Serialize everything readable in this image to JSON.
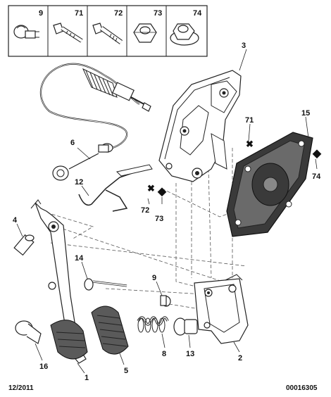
{
  "header_parts": [
    {
      "ref": "9"
    },
    {
      "ref": "71"
    },
    {
      "ref": "72"
    },
    {
      "ref": "73"
    },
    {
      "ref": "74"
    }
  ],
  "callouts": {
    "p1": "1",
    "p2": "2",
    "p3": "3",
    "p4": "4",
    "p5": "5",
    "p6": "6",
    "p8": "8",
    "p9": "9",
    "p12": "12",
    "p13": "13",
    "p14": "14",
    "p15": "15",
    "p16": "16",
    "p71": "71",
    "p72": "72",
    "p73": "73",
    "p74": "74"
  },
  "footer": {
    "date": "12/2011",
    "code": "00016305"
  }
}
